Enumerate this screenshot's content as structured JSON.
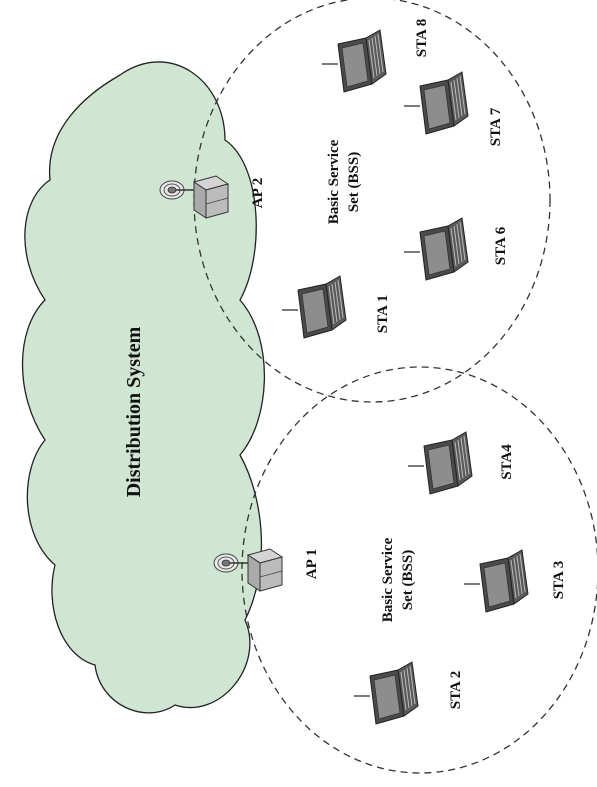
{
  "colors": {
    "cloud_fill": "#cfe6d2",
    "cloud_stroke": "#222222",
    "bss_stroke": "#333333",
    "laptop_lid": "#4a4a4a",
    "laptop_screen": "#8d8d8d",
    "laptop_keys": "#bbbbbb",
    "ap_box": "#b8b8b8"
  },
  "distribution_system": {
    "label": "Distribution System"
  },
  "bss": [
    {
      "label_line1": "Basic Service",
      "label_line2": "Set (BSS)"
    },
    {
      "label_line1": "Basic Service",
      "label_line2": "Set (BSS)"
    }
  ],
  "access_points": [
    {
      "label": "AP 2",
      "icon": "access-point-icon"
    },
    {
      "label": "AP 1",
      "icon": "access-point-icon"
    }
  ],
  "stations": [
    {
      "label": "STA 8",
      "icon": "laptop-icon"
    },
    {
      "label": "STA 7",
      "icon": "laptop-icon"
    },
    {
      "label": "STA 6",
      "icon": "laptop-icon"
    },
    {
      "label": "STA 1",
      "icon": "laptop-icon"
    },
    {
      "label": "STA4",
      "icon": "laptop-icon"
    },
    {
      "label": "STA 3",
      "icon": "laptop-icon"
    },
    {
      "label": "STA 2",
      "icon": "laptop-icon"
    }
  ]
}
